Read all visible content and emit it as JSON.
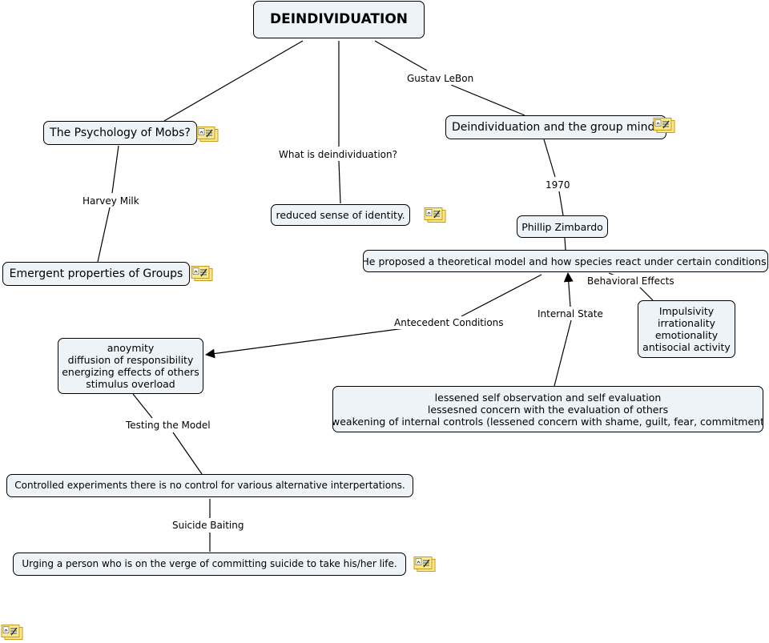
{
  "nodes": {
    "deindividuation": "DEINDIVIDUATION",
    "psychology_of_mobs": "The Psychology of Mobs?",
    "group_mind": "Deindividuation and the group mind",
    "reduced_identity": "reduced sense of identity.",
    "zimbardo": "Phillip Zimbardo",
    "emergent_properties": "Emergent properties of Groups",
    "theoretical_model": "He proposed a theoretical model and how species react under certain conditions.",
    "behavioral_list": [
      "Impulsivity",
      "irrationality",
      "emotionality",
      "antisocial activity"
    ],
    "antecedent_list": [
      "anoymity",
      "diffusion of responsibility",
      "energizing effects of others",
      "stimulus overload"
    ],
    "internal_list": [
      "lessened self observation and self evaluation",
      "lessesned concern with the evaluation of others",
      "weakening of internal controls (lessened concern with shame, guilt, fear, commitment"
    ],
    "controlled_experiments": "Controlled experiments there is no control for various alternative interpertations.",
    "suicide_definition": "Urging a person who is on the verge of committing suicide to take his/her life."
  },
  "links": {
    "gustav_lebon": "Gustav LeBon",
    "what_is": "What is deindividuation?",
    "harvey_milk": "Harvey Milk",
    "year_1970": "1970",
    "behavioral_effects": "Behavioral Effects",
    "antecedent_conditions": "Antecedent Conditions",
    "internal_state": "Internal State",
    "testing_model": "Testing the Model",
    "suicide_baiting": "Suicide Baiting"
  },
  "colors": {
    "node_fill": "#edf3f6",
    "node_border": "#000000",
    "note_fill": "#fde98a",
    "note_border": "#c79a1c"
  },
  "icons": {
    "annotation": "note-icon"
  }
}
